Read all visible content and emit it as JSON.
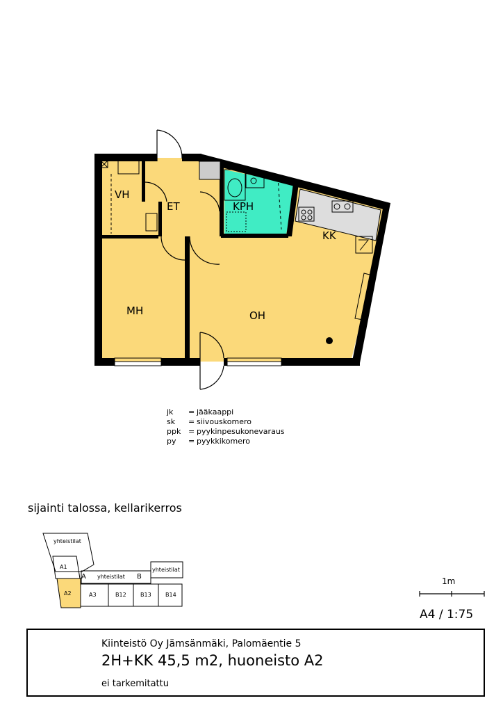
{
  "colors": {
    "floor": "#fbd97a",
    "bathroom": "#40ecc4",
    "wall": "#000000",
    "highlight_unit": "#fbd97a"
  },
  "rooms": {
    "vh": "VH",
    "et": "ET",
    "kph": "KPH",
    "kk": "KK",
    "mh": "MH",
    "oh": "OH"
  },
  "legend": [
    {
      "abbr": "jk",
      "eq": "=",
      "desc": "jääkaappi"
    },
    {
      "abbr": "sk",
      "eq": "=",
      "desc": "siivouskomero"
    },
    {
      "abbr": "ppk",
      "eq": "=",
      "desc": "pyykinpesukonevaraus"
    },
    {
      "abbr": "py",
      "eq": "=",
      "desc": "pyykkikomero"
    }
  ],
  "location": {
    "title": "sijainti talossa, kellarikerros",
    "labels": {
      "yhteistilat_top": "yhteistilat",
      "a1": "A1",
      "a": "A",
      "yhteistilat_mid": "yhteistilat",
      "b": "B",
      "yhteistilat_right": "yhteistilat",
      "a2": "A2",
      "a3": "A3",
      "b12": "B12",
      "b13": "B13",
      "b14": "B14"
    }
  },
  "scale": {
    "bar_label": "1m",
    "ratio": "A4 / 1:75"
  },
  "title_block": {
    "line1": "Kiinteistö Oy Jämsänmäki, Palomäentie 5",
    "line2": "2H+KK 45,5 m2, huoneisto A2",
    "line3": "ei tarkemitattu"
  }
}
